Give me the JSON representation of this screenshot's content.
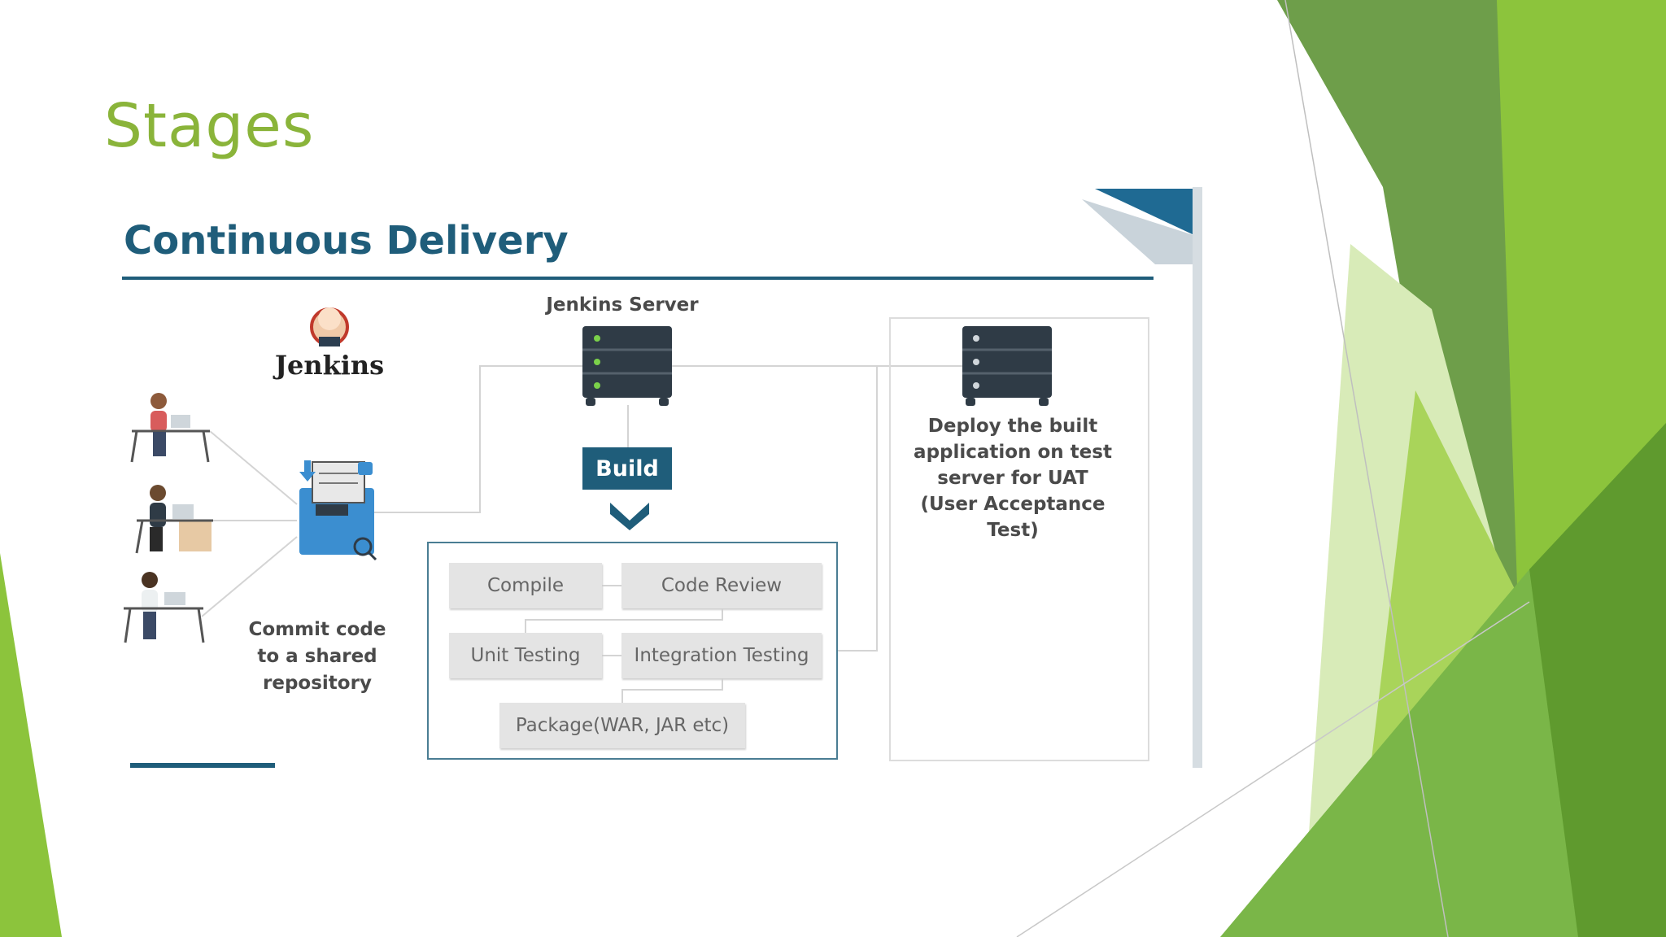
{
  "slide": {
    "title": "Stages"
  },
  "diagram": {
    "title": "Continuous Delivery",
    "logo_text": "Jenkins",
    "server_label": "Jenkins Server",
    "commit_label": [
      "Commit code",
      "to a shared",
      "repository"
    ],
    "build_label": "Build",
    "steps": {
      "compile": "Compile",
      "code_review": "Code Review",
      "unit_testing": "Unit Testing",
      "integration_testing": "Integration Testing",
      "package": "Package(WAR, JAR etc)"
    },
    "deploy_label": [
      "Deploy the built",
      "application on test",
      "server for UAT",
      "(User Acceptance Test)"
    ]
  },
  "colors": {
    "title_green": "#8ab43a",
    "diagram_blue": "#1f5d7a",
    "server_dark": "#2f3b46",
    "decor_greens": [
      "#6e9e4a",
      "#8cc43c",
      "#a9d45a",
      "#d8ebb8"
    ]
  }
}
